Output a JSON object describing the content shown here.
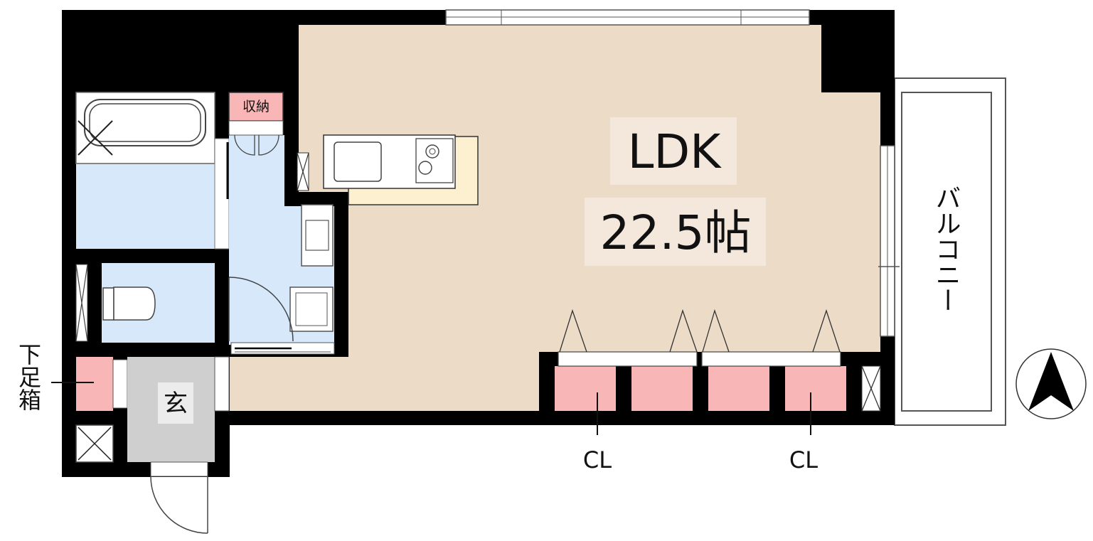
{
  "rooms": {
    "ldk_name": "LDK",
    "ldk_size": "22.5帖",
    "entrance": "玄",
    "storage": "収納",
    "balcony": "バルコニー",
    "shoe_box": "下足箱",
    "closet_left": "CL",
    "closet_right": "CL"
  },
  "colors": {
    "wall": "#000000",
    "floor_ldk": "#ecdcc7",
    "wet_area": "#d6e8fa",
    "entrance_floor": "#cfcfcf",
    "storage": "#f9b6b6",
    "kitchen_counter": "#fdf0d0"
  },
  "compass": "north-arrow-icon"
}
